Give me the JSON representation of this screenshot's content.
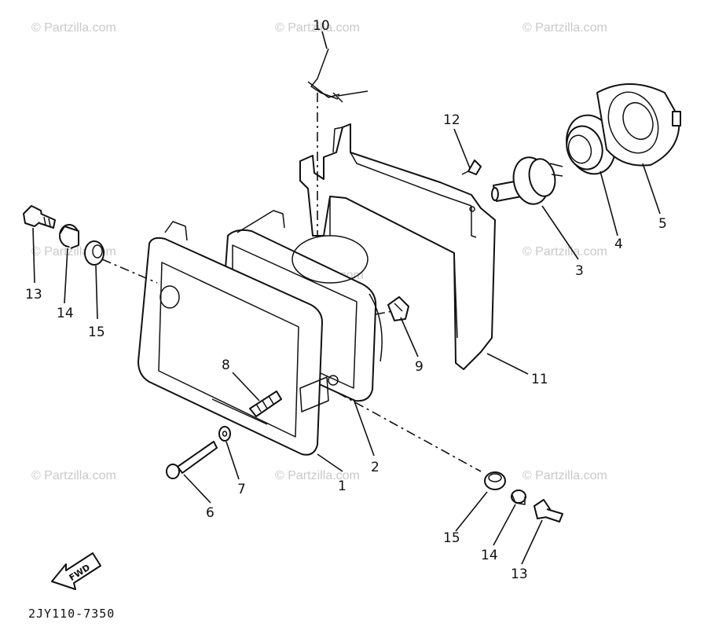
{
  "watermark": "© Partzilla.com",
  "diagram_code": "2JY110-7350",
  "fwd_label": "FWD",
  "callouts": [
    {
      "id": "c1",
      "label": "1"
    },
    {
      "id": "c2",
      "label": "2"
    },
    {
      "id": "c3",
      "label": "3"
    },
    {
      "id": "c4",
      "label": "4"
    },
    {
      "id": "c5",
      "label": "5"
    },
    {
      "id": "c6",
      "label": "6"
    },
    {
      "id": "c7",
      "label": "7"
    },
    {
      "id": "c8",
      "label": "8"
    },
    {
      "id": "c9",
      "label": "9"
    },
    {
      "id": "c10",
      "label": "10"
    },
    {
      "id": "c11",
      "label": "11"
    },
    {
      "id": "c12",
      "label": "12"
    },
    {
      "id": "c13a",
      "label": "13"
    },
    {
      "id": "c14a",
      "label": "14"
    },
    {
      "id": "c15a",
      "label": "15"
    },
    {
      "id": "c13b",
      "label": "13"
    },
    {
      "id": "c14b",
      "label": "14"
    },
    {
      "id": "c15b",
      "label": "15"
    }
  ]
}
